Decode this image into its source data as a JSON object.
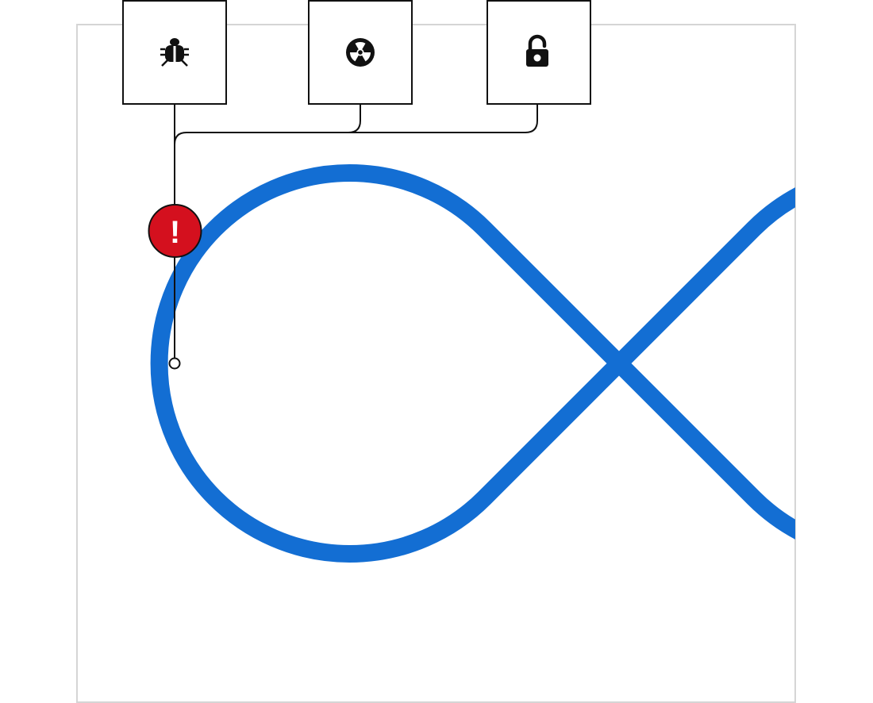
{
  "diagram": {
    "alert": {
      "symbol": "!",
      "color": "#d4101e"
    },
    "loop_color": "#136ed3",
    "frame_color": "#d5d5d5",
    "line_color": "#111111",
    "nodes": [
      {
        "id": "bug",
        "icon": "bug-icon"
      },
      {
        "id": "radiation",
        "icon": "radiation-icon"
      },
      {
        "id": "unlock",
        "icon": "unlock-icon"
      }
    ]
  }
}
